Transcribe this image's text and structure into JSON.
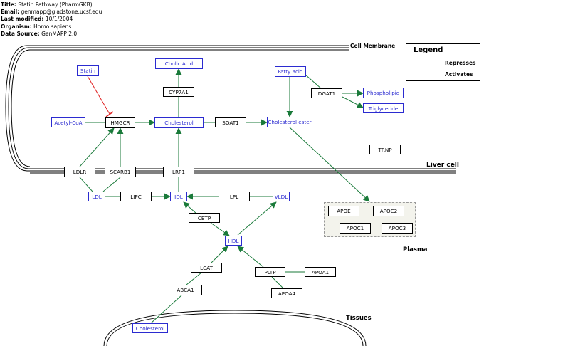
{
  "header": {
    "title_label": "Title:",
    "title_value": "Statin Pathway (PharmGKB)",
    "email_label": "Email:",
    "email_value": "genmapp@gladstone.ucsf.edu",
    "modified_label": "Last modified:",
    "modified_value": "10/1/2004",
    "organism_label": "Organism:",
    "organism_value": "Homo sapiens",
    "source_label": "Data Source:",
    "source_value": "GenMAPP 2.0"
  },
  "labels": {
    "cell_membrane": "Cell Membrane",
    "liver_cell": "Liver cell",
    "plasma": "Plasma",
    "tissues": "Tissues"
  },
  "legend": {
    "title": "Legend",
    "represses": "Represses",
    "activates": "Activates"
  },
  "colors": {
    "metabolite": "#2b2bd0",
    "gene": "#000000",
    "activates": "#1a7a3a",
    "represses": "#e02020"
  },
  "nodes": {
    "statin": "Statin",
    "cholic_acid": "Cholic Acid",
    "fatty_acid": "Fatty acid",
    "cyp7a1": "CYP7A1",
    "dgat1": "DGAT1",
    "phospholipid": "Phospholipid",
    "triglyceride": "Triglyceride",
    "acetyl_coa": "Acetyl-CoA",
    "hmgcr": "HMGCR",
    "cholesterol_liver": "Cholesterol",
    "soat1": "SOAT1",
    "cholesterol_ester": "Cholesterol ester",
    "trnp": "TRNP",
    "ldlr": "LDLR",
    "scarb1": "SCARB1",
    "lrp1": "LRP1",
    "ldl": "LDL",
    "lipc": "LIPC",
    "idl": "IDL",
    "lpl": "LPL",
    "vldl": "VLDL",
    "apoe": "APOE",
    "apoc2": "APOC2",
    "apoc1": "APOC1",
    "apoc3": "APOC3",
    "cetp": "CETP",
    "hdl": "HDL",
    "lcat": "LCAT",
    "pltp": "PLTP",
    "apoa1": "APOA1",
    "apoa4": "APOA4",
    "abca1": "ABCA1",
    "cholesterol_tissue": "Cholesterol"
  }
}
